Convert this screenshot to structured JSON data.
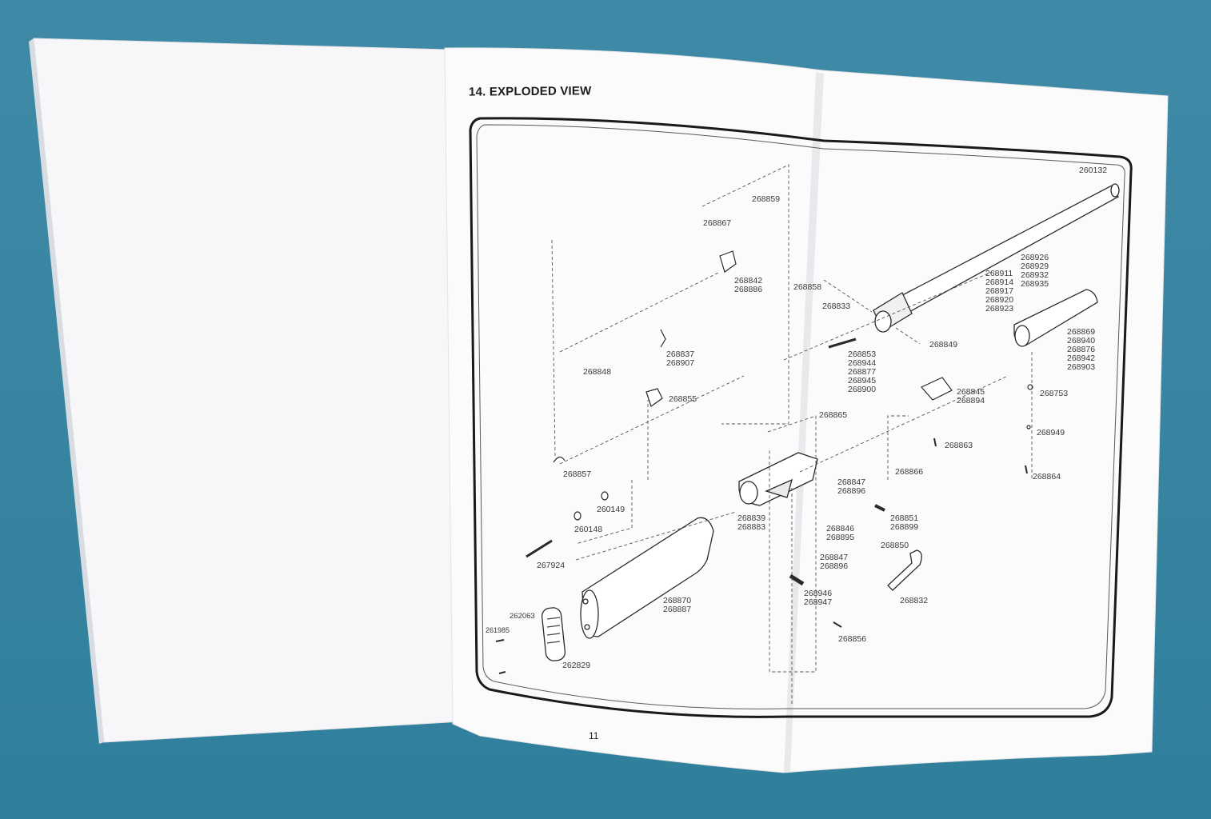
{
  "section_title": "14. EXPLODED VIEW",
  "page_number": "11",
  "parts": {
    "p260132": "260132",
    "p268859": "268859",
    "p268867": "268867",
    "p268842": "268842\n268886",
    "p268858": "268858",
    "p268833": "268833",
    "p_barrel": "268911\n268914\n268917\n268920\n268923",
    "p_barrel2": "268926\n268929\n268932\n268935",
    "p268849": "268849",
    "p268869": "268869\n268940\n268876\n268942\n268903",
    "p268837": "268837\n268907",
    "p268848": "268848",
    "p268853": "268853\n268944\n268877\n268945\n268900",
    "p268855": "268855",
    "p268845": "268845\n268894",
    "p268753": "268753",
    "p268865": "268865",
    "p268863": "268863",
    "p268949": "268949",
    "p268857": "268857",
    "p268866": "268866",
    "p268864": "268864",
    "p268847a": "268847\n268896",
    "p260149": "260149",
    "p260148": "260148",
    "p268839": "268839\n268883",
    "p268851": "268851\n268899",
    "p268846": "268846\n268895",
    "p268850": "268850",
    "p267924": "267924",
    "p268847b": "268847\n268896",
    "p268870": "268870\n268887",
    "p268946": "268946\n268947",
    "p268832": "268832",
    "p262063": "262063",
    "p261985": "261985",
    "p262829": "262829",
    "p268856": "268856"
  }
}
